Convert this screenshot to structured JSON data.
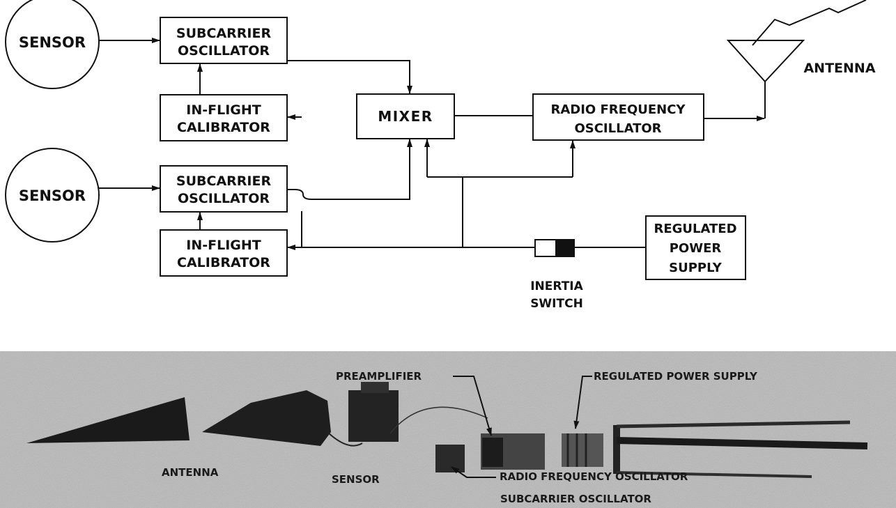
{
  "diagram": {
    "nodes": {
      "sensor_1": "SENSOR",
      "sensor_2": "SENSOR",
      "sco_1": [
        "SUBCARRIER",
        "OSCILLATOR"
      ],
      "sco_2": [
        "SUBCARRIER",
        "OSCILLATOR"
      ],
      "cal_1": [
        "IN-FLIGHT",
        "CALIBRATOR"
      ],
      "cal_2": [
        "IN-FLIGHT",
        "CALIBRATOR"
      ],
      "mixer": "MIXER",
      "rfo": [
        "RADIO FREQUENCY",
        "OSCILLATOR"
      ],
      "antenna": "ANTENNA",
      "power": [
        "REGULATED",
        "POWER",
        "SUPPLY"
      ],
      "switch": [
        "INERTIA",
        "SWITCH"
      ]
    }
  },
  "photo": {
    "labels": {
      "preamplifier": "PREAMPLIFIER",
      "power_supply": "REGULATED POWER SUPPLY",
      "antenna": "ANTENNA",
      "sensor": "SENSOR",
      "rfo": "RADIO FREQUENCY OSCILLATOR",
      "sco": "SUBCARRIER OSCILLATOR"
    }
  }
}
